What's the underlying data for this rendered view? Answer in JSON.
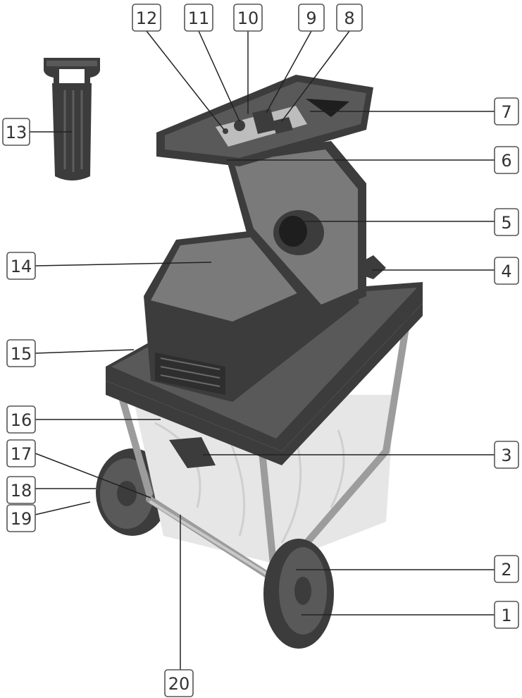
{
  "figure": {
    "colors": {
      "housing": "#3c3c3c",
      "hopper": "#595959",
      "frame": "#9c9c9c",
      "bag": "#e6e6e6",
      "label_border": "#555555"
    },
    "callouts": [
      {
        "id": "c1",
        "text": "1"
      },
      {
        "id": "c2",
        "text": "2"
      },
      {
        "id": "c3",
        "text": "3"
      },
      {
        "id": "c4",
        "text": "4"
      },
      {
        "id": "c5",
        "text": "5"
      },
      {
        "id": "c6",
        "text": "6"
      },
      {
        "id": "c7",
        "text": "7"
      },
      {
        "id": "c8",
        "text": "8"
      },
      {
        "id": "c9",
        "text": "9"
      },
      {
        "id": "c10",
        "text": "10"
      },
      {
        "id": "c11",
        "text": "11"
      },
      {
        "id": "c12",
        "text": "12"
      },
      {
        "id": "c13",
        "text": "13"
      },
      {
        "id": "c14",
        "text": "14"
      },
      {
        "id": "c15",
        "text": "15"
      },
      {
        "id": "c16",
        "text": "16"
      },
      {
        "id": "c17",
        "text": "17"
      },
      {
        "id": "c18",
        "text": "18"
      },
      {
        "id": "c19",
        "text": "19"
      },
      {
        "id": "c20",
        "text": "20"
      }
    ]
  }
}
